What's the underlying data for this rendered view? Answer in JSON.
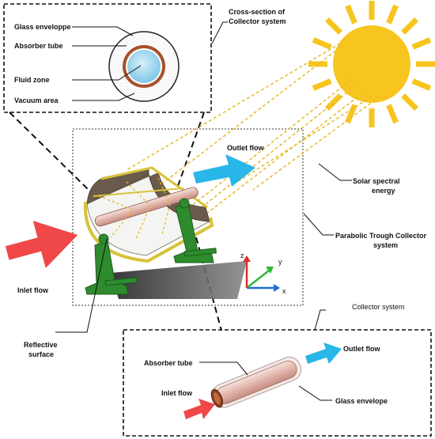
{
  "labels": {
    "glass_enveloppe": "Glass enveloppe",
    "absorber_tube_top": "Absorber tube",
    "fluid_zone": "Fluid zone",
    "vacuum_area": "Vacuum area",
    "cross_section_line1": "Cross-section of",
    "cross_section_line2": "Collector system",
    "outlet_flow_main": "Outlet flow",
    "solar_line1": "Solar spectral",
    "solar_line2": "energy",
    "ptc_line1": "Parabolic Trough Collector",
    "ptc_line2": "system",
    "inlet_flow_main": "Inlet flow",
    "reflective_line1": "Reflective",
    "reflective_line2": "surface",
    "collector_system": "Collector system",
    "absorber_tube_bottom": "Absorber tube",
    "outlet_flow_bottom": "Outlet flow",
    "glass_envelope": "Glass envelope",
    "inlet_flow_bottom": "Inlet flow"
  },
  "axes": {
    "z": "z",
    "y": "y",
    "x": "x"
  },
  "colors": {
    "sun": "#f7c51e",
    "sun_rays_dashed": "#e8b92a",
    "inlet_arrow": "#f04848",
    "outlet_arrow": "#29b6e8",
    "frame_green": "#2e8b2e",
    "frame_yellow": "#d9c23a",
    "absorber_brown": "#a5522a",
    "fluid_blue": "#9fd8ee",
    "axis_x": "#1f6fd1",
    "axis_y": "#31b83a",
    "axis_z": "#e22b2b"
  }
}
